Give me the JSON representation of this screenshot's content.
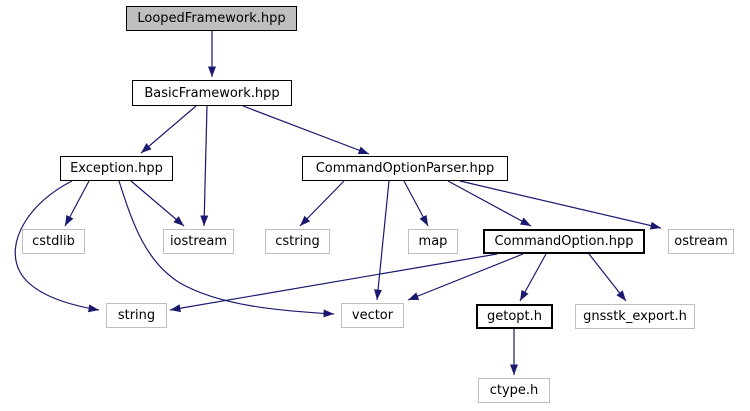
{
  "diagram": {
    "type": "include-dependency-graph",
    "edge_color": "#191970",
    "root_fill": "#bfbfbf",
    "leaf_border_color": "#bebebe",
    "nodes": [
      {
        "id": "LoopedFramework.hpp",
        "label": "LoopedFramework.hpp",
        "style": "root"
      },
      {
        "id": "BasicFramework.hpp",
        "label": "BasicFramework.hpp",
        "style": "linked"
      },
      {
        "id": "Exception.hpp",
        "label": "Exception.hpp",
        "style": "linked"
      },
      {
        "id": "CommandOptionParser.hpp",
        "label": "CommandOptionParser.hpp",
        "style": "linked"
      },
      {
        "id": "cstdlib",
        "label": "cstdlib",
        "style": "leaf"
      },
      {
        "id": "iostream",
        "label": "iostream",
        "style": "leaf"
      },
      {
        "id": "cstring",
        "label": "cstring",
        "style": "leaf"
      },
      {
        "id": "map",
        "label": "map",
        "style": "leaf"
      },
      {
        "id": "CommandOption.hpp",
        "label": "CommandOption.hpp",
        "style": "bold"
      },
      {
        "id": "ostream",
        "label": "ostream",
        "style": "leaf"
      },
      {
        "id": "string",
        "label": "string",
        "style": "leaf"
      },
      {
        "id": "vector",
        "label": "vector",
        "style": "leaf"
      },
      {
        "id": "getopt.h",
        "label": "getopt.h",
        "style": "bold"
      },
      {
        "id": "gnsstk_export.h",
        "label": "gnsstk_export.h",
        "style": "leaf"
      },
      {
        "id": "ctype.h",
        "label": "ctype.h",
        "style": "leaf"
      }
    ],
    "edges": [
      {
        "from": "LoopedFramework.hpp",
        "to": "BasicFramework.hpp"
      },
      {
        "from": "BasicFramework.hpp",
        "to": "Exception.hpp"
      },
      {
        "from": "BasicFramework.hpp",
        "to": "iostream"
      },
      {
        "from": "BasicFramework.hpp",
        "to": "CommandOptionParser.hpp"
      },
      {
        "from": "Exception.hpp",
        "to": "cstdlib"
      },
      {
        "from": "Exception.hpp",
        "to": "iostream"
      },
      {
        "from": "Exception.hpp",
        "to": "string"
      },
      {
        "from": "Exception.hpp",
        "to": "vector"
      },
      {
        "from": "CommandOptionParser.hpp",
        "to": "cstring"
      },
      {
        "from": "CommandOptionParser.hpp",
        "to": "map"
      },
      {
        "from": "CommandOptionParser.hpp",
        "to": "vector"
      },
      {
        "from": "CommandOptionParser.hpp",
        "to": "CommandOption.hpp"
      },
      {
        "from": "CommandOptionParser.hpp",
        "to": "ostream"
      },
      {
        "from": "CommandOption.hpp",
        "to": "string"
      },
      {
        "from": "CommandOption.hpp",
        "to": "vector"
      },
      {
        "from": "CommandOption.hpp",
        "to": "getopt.h"
      },
      {
        "from": "CommandOption.hpp",
        "to": "gnsstk_export.h"
      },
      {
        "from": "getopt.h",
        "to": "ctype.h"
      }
    ]
  }
}
